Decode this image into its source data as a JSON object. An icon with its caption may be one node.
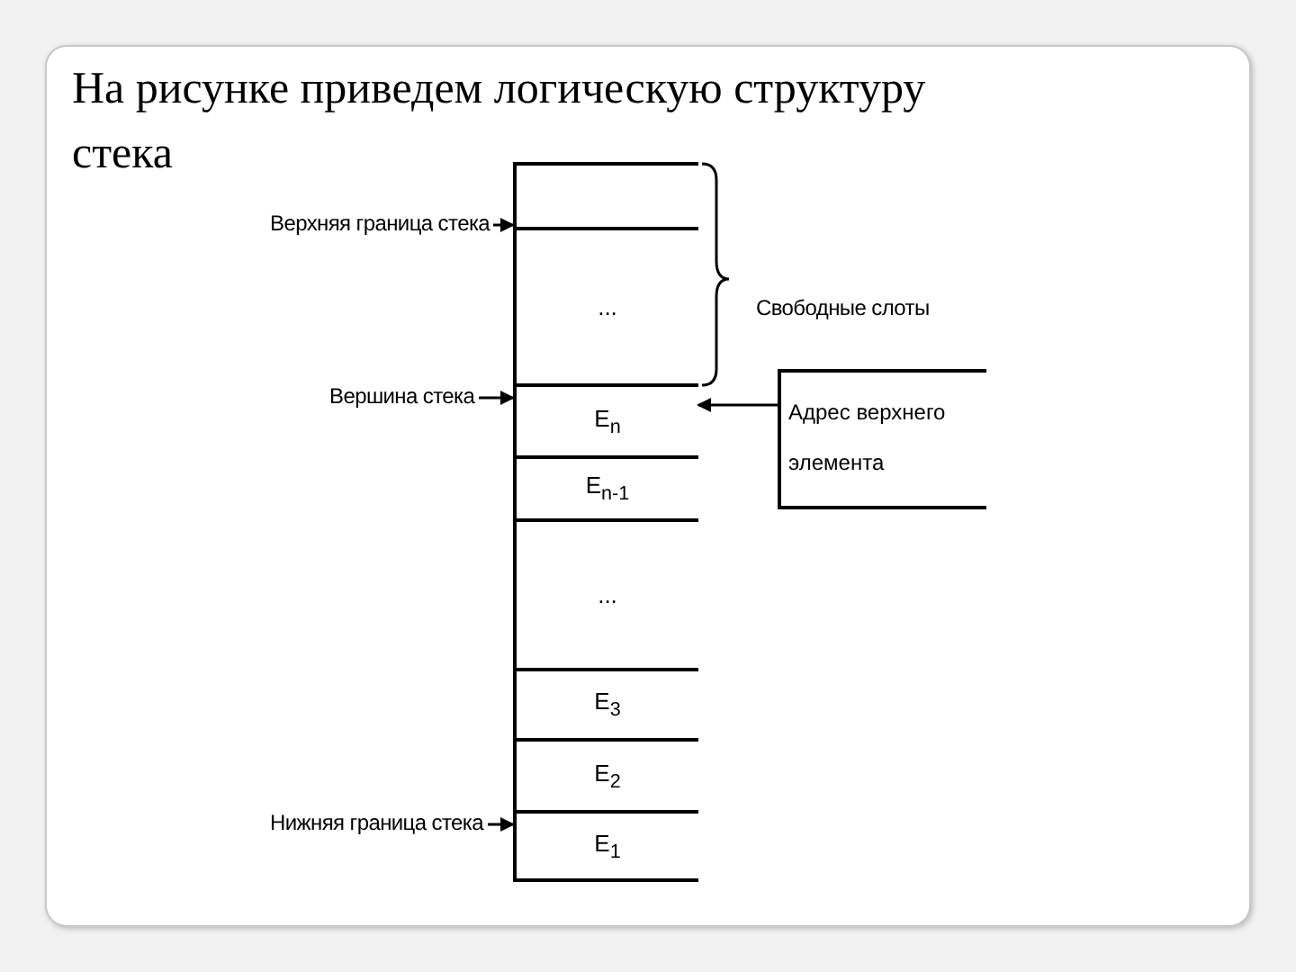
{
  "diagram": {
    "title": "На рисунке приведем логическую структуру стека",
    "nodes": [
      {
        "text": [],
        "shape": "box"
      },
      {
        "text": [
          "..."
        ]
      },
      {
        "text": [
          "E$_{n}$"
        ]
      },
      {
        "text": [
          "E$_{n-1}$"
        ]
      },
      {
        "text": [
          "..."
        ]
      },
      {
        "text": [
          "E$_{3}$"
        ]
      },
      {
        "text": [
          "E$_{2}$"
        ]
      },
      {
        "text": [
          "E$_{1}$"
        ]
      },
      {
        "text": [
          "Верхняя граница стека"
        ]
      },
      {
        "text": [
          "Вершина стека"
        ]
      },
      {
        "text": [
          "Нижняя граница стека"
        ]
      },
      {
        "text": [
          "Адрес верхнего элемента"
        ]
      }
    ],
    "edges": [
      {
        "from": 8,
        "to": 0,
        "arrow": "to"
      },
      {
        "from": 9,
        "to": 2,
        "arrow": "to"
      },
      {
        "from": 10,
        "to": 7,
        "arrow": "to"
      },
      {
        "from": 11,
        "to": 2,
        "arrow": "to"
      }
    ],
    "labels": [
      "Свободные слоты"
    ]
  }
}
